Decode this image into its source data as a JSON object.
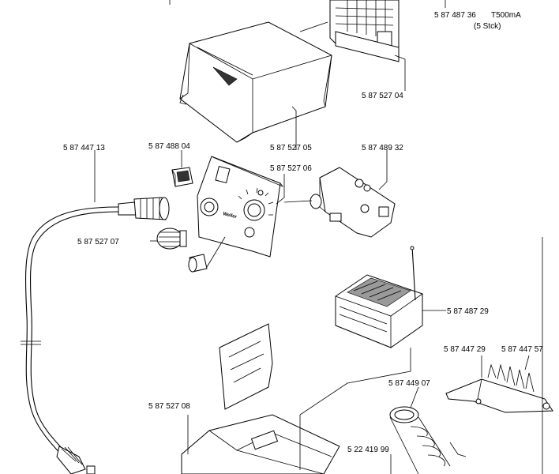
{
  "parts": {
    "fuse": {
      "number": "5 87 487 36",
      "extra": "T500mA",
      "qty": "(5 Stck)"
    },
    "cover": {
      "number": "5 87 527 04"
    },
    "housing_top": {
      "number": "5 87 527 05"
    },
    "cable": {
      "number": "5 87 447 13"
    },
    "switch": {
      "number": "5 87 488 04"
    },
    "front_panel": {
      "number": "5 87 527 06"
    },
    "pcb": {
      "number": "5 87 489 32"
    },
    "knob": {
      "number": "5 87 527 07"
    },
    "transformer": {
      "number": "5 87 487 29"
    },
    "holder_clip": {
      "number": "5 87 447 29"
    },
    "holder_spring": {
      "number": "5 87 447 57"
    },
    "holder_funnel": {
      "number": "5 87 449 07"
    },
    "base": {
      "number": "5 87 527 08"
    },
    "sponge": {
      "number": "5 22 419 99"
    }
  },
  "panel": {
    "brand": "Weller"
  }
}
